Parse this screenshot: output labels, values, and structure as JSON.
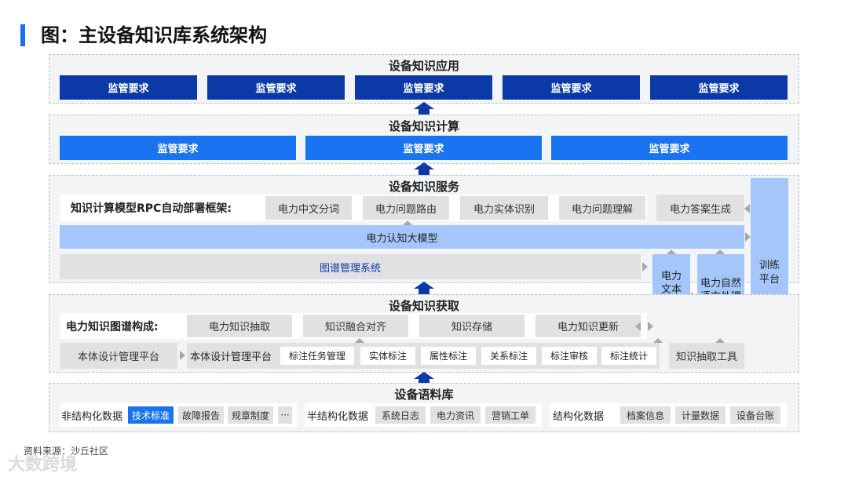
{
  "page_title": "图：主设备知识库系统架构",
  "source_note": "资料来源：沙丘社区",
  "watermark": "大数跨境",
  "app_layer": {
    "title": "设备知识应用",
    "boxes": [
      "监管要求",
      "监管要求",
      "监管要求",
      "监管要求",
      "监管要求"
    ]
  },
  "compute_layer": {
    "title": "设备知识计算",
    "boxes": [
      "监管要求",
      "监管要求",
      "监管要求"
    ]
  },
  "service_layer": {
    "title": "设备知识服务",
    "framework_label": "知识计算模型RPC自动部署框架:",
    "modules": [
      "电力中文分词",
      "电力问题路由",
      "电力实体识别",
      "电力问题理解"
    ],
    "answer": "电力答案生成",
    "big_model": "电力认知大模型",
    "graph_mgmt": "图谱管理系统"
  },
  "side": {
    "text_lib": "电力文本样本库",
    "nlp_lib": "电力自然语言处理模型库",
    "train": "训练平台",
    "extract_tool": "知识抽取工具"
  },
  "acquire_layer": {
    "title": "设备知识获取",
    "graph_label": "电力知识图谱构成:",
    "graph_items": [
      "电力知识抽取",
      "知识融合对齐",
      "知识存储",
      "电力知识更新"
    ],
    "ontology_a": "本体设计管理平台",
    "ontology_b": "本体设计管理平台",
    "tasks": [
      "标注任务管理",
      "实体标注",
      "属性标注",
      "关系标注",
      "标注审核",
      "标注统计"
    ]
  },
  "corpus_layer": {
    "title": "设备语料库",
    "unstructured_label": "非结构化数据",
    "unstructured": [
      "技术标准",
      "故障报告",
      "规章制度",
      "···"
    ],
    "semi_label": "半结构化数据",
    "semi": [
      "系统日志",
      "电力资讯",
      "营销工单"
    ],
    "structured_label": "结构化数据",
    "structured": [
      "档案信息",
      "计量数据",
      "设备台账"
    ]
  },
  "colors": {
    "navy": "#0b3aa6",
    "blue": "#1a73f0",
    "light_blue": "#a4c6fb",
    "gray": "#e1e1e3",
    "accent_bar": "#1a6ff5"
  }
}
